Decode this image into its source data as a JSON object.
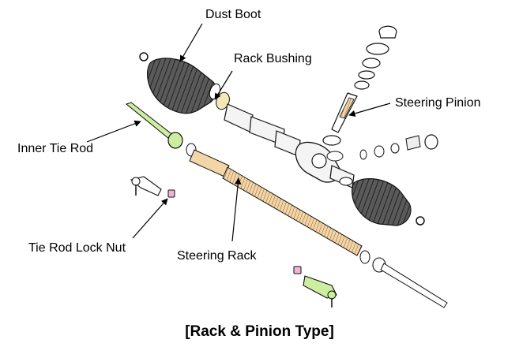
{
  "labels": {
    "dust_boot": "Dust Boot",
    "rack_bushing": "Rack Bushing",
    "steering_pinion": "Steering Pinion",
    "inner_tie_rod": "Inner Tie Rod",
    "tie_rod_lock_nut": "Tie Rod Lock Nut",
    "steering_rack": "Steering Rack"
  },
  "caption": "[Rack & Pinion Type]",
  "colors": {
    "line": "#1a1a1a",
    "boot": "#3a3a3a",
    "rack": "#f3d6a8",
    "tie_rod": "#cdeea0",
    "lock_nut": "#f1b4d4",
    "housing": "#f4f4f4"
  }
}
